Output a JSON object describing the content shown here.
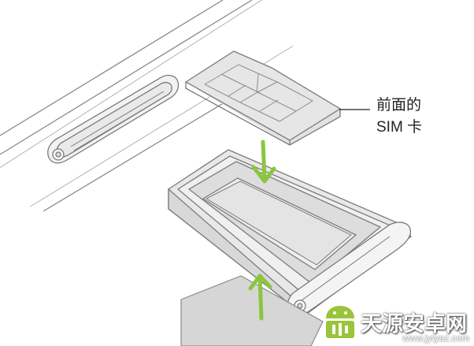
{
  "callout": {
    "line1": "前面的",
    "line2": "SIM 卡"
  },
  "watermark": {
    "title": "天源安卓网",
    "url": "www.jytyaz.com"
  },
  "colors": {
    "arrow": "#8ac63f",
    "outline": "#7a7a7a",
    "sim_fill": "#e3e3e3",
    "tray_fill": "#e6e6e6"
  }
}
